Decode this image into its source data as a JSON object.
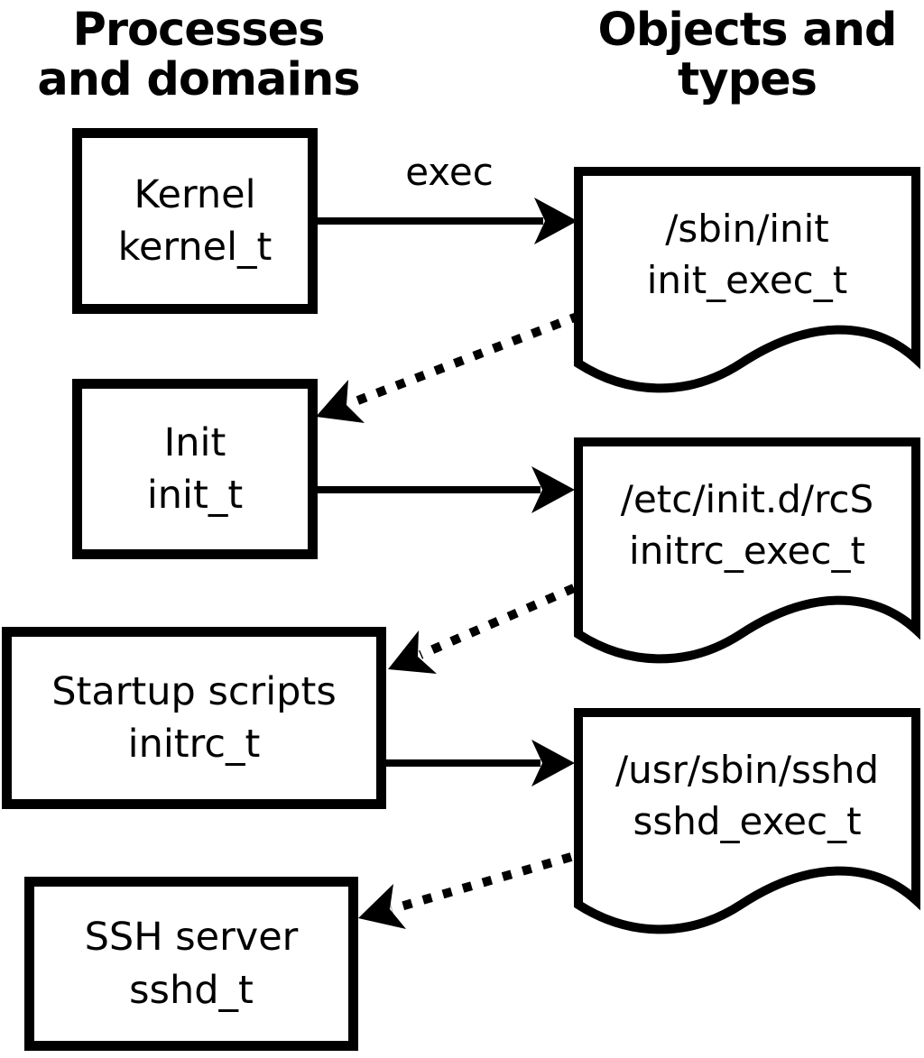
{
  "diagram": {
    "title_hint": "SELinux domain transition diagram",
    "colors": {
      "foreground": "#000000",
      "background": "#ffffff"
    },
    "columns": {
      "left": {
        "line1": "Processes",
        "line2": "and domains"
      },
      "right": {
        "line1": "Objects and",
        "line2": "types"
      }
    },
    "processes": [
      {
        "name": "Kernel",
        "domain": "kernel_t"
      },
      {
        "name": "Init",
        "domain": "init_t"
      },
      {
        "name": "Startup scripts",
        "domain": "initrc_t"
      },
      {
        "name": "SSH server",
        "domain": "sshd_t"
      }
    ],
    "objects": [
      {
        "path": "/sbin/init",
        "type": "init_exec_t"
      },
      {
        "path": "/etc/init.d/rcS",
        "type": "initrc_exec_t"
      },
      {
        "path": "/usr/sbin/sshd",
        "type": "sshd_exec_t"
      }
    ],
    "edge_labels": {
      "exec": "exec"
    }
  }
}
